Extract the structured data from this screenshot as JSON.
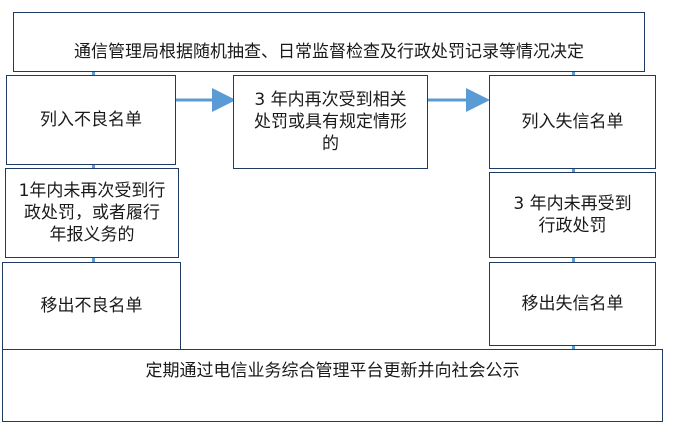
{
  "diagram": {
    "top_box": {
      "text": "通信管理局根据随机抽查、日常监督检查及行政处罚记录等情况决定"
    },
    "left_list_box": {
      "text": "列入不良名单"
    },
    "middle_condition_box": {
      "text": "3 年内再次受到相关处罚或具有规定情形的"
    },
    "right_list_box": {
      "text": "列入失信名单"
    },
    "left_condition_box": {
      "text": "1年内未再次受到行政处罚，或者履行年报义务的"
    },
    "right_condition_box": {
      "text": "3 年内未再受到行政处罚"
    },
    "left_remove_box": {
      "text": "移出不良名单"
    },
    "right_remove_box": {
      "text": "移出失信名单"
    },
    "bottom_box": {
      "text": "定期通过电信业务综合管理平台更新并向社会公示"
    },
    "connector_color": "#5b9bd5",
    "border_color": "#1f3a63"
  }
}
